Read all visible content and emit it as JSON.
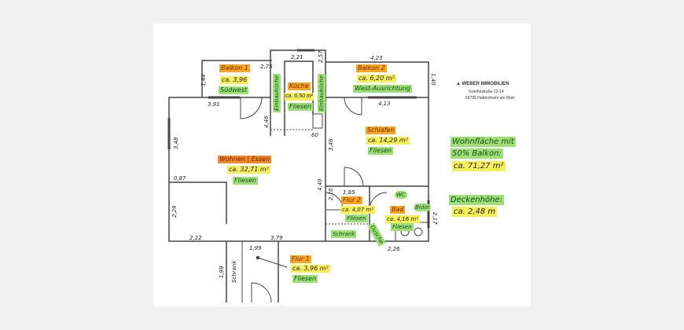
{
  "logo": {
    "company": "WEBER IMMOBILIEN",
    "street": "Goethestraße 12-14",
    "city": "65795 Hattersheim am Main"
  },
  "rooms": {
    "balkon1": {
      "name": "Balkon 1",
      "area": "ca. 3,96",
      "note": "Südwest"
    },
    "kueche": {
      "name": "Küche",
      "area": "ca. 6,50 m²",
      "floor": "Fliesen",
      "unit": "Einbauküche"
    },
    "balkon2": {
      "name": "Balkon 2",
      "area": "ca. 6,20 m²",
      "note": "West-Ausrichtung"
    },
    "schlafen": {
      "name": "Schlafen",
      "area": "ca. 14,29 m²",
      "floor": "Fliesen"
    },
    "wohnen": {
      "name": "Wohnen | Essen",
      "area": "ca. 32,71 m²",
      "floor": "Fliesen"
    },
    "flur2": {
      "name": "Flur 2",
      "area": "ca. 4,07 m²",
      "floor": "Fliesen",
      "closet": "Schrank"
    },
    "bad": {
      "name": "Bad",
      "area": "ca. 4,16 m²",
      "floor": "Fliesen",
      "wc": "WC",
      "bidet": "Bidet",
      "shower": "Dusche"
    },
    "flur1": {
      "name": "Flur 1",
      "area": "ca. 3,96 m²",
      "floor": "Fliesen",
      "closet": "Schrank"
    }
  },
  "dimensions": [
    "2,75",
    "2,21",
    "2,57",
    "4,23",
    "1,40",
    "1,44",
    "3,91",
    "4,13",
    "4,46",
    "60",
    "3,48",
    "3,46",
    "0,87",
    "4,40",
    "2,10",
    "1,85",
    "2,29",
    "2,22",
    "3,79",
    "2,26",
    "2,17",
    "1,99",
    "1,99"
  ],
  "notes": {
    "living_area_l1": "Wohnfläche mit",
    "living_area_l2": "50% Balkon:",
    "living_area_value": "ca. 71,27 m²",
    "ceiling_label": "Deckenhöhe:",
    "ceiling_value": "ca. 2,48 m"
  }
}
